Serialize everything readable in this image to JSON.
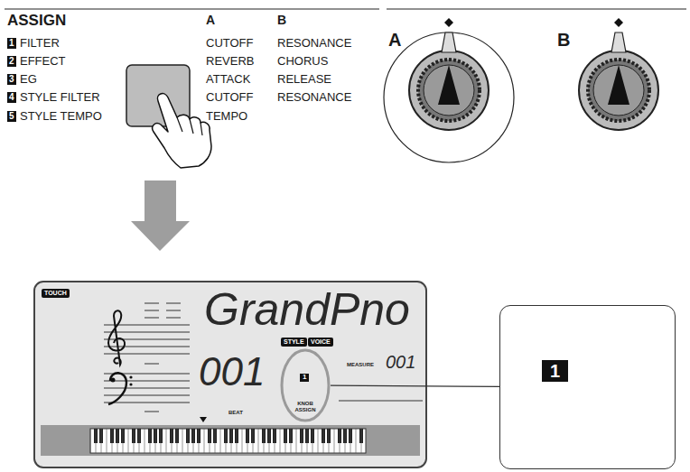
{
  "diagram": {
    "nodes": [
      {
        "text": [
          "GrandPno",
          "001",
          "MEASURE",
          "001",
          "BEAT"
        ]
      },
      {
        "text": [
          "TOUCH"
        ],
        "in": 0
      },
      {
        "text": [
          "STYLE"
        ],
        "in": 0
      },
      {
        "text": [
          "VOICE"
        ],
        "in": 0
      },
      {
        "text": [
          "1",
          "KNOB ASSIGN"
        ],
        "in": 0
      },
      {
        "text": [
          "1"
        ]
      }
    ],
    "edges": [
      {
        "from": 4,
        "to": 5,
        "arrow": "none"
      }
    ],
    "labels": [
      "ASSIGN",
      "A",
      "B",
      "1",
      "FILTER",
      "CUTOFF",
      "RESONANCE",
      "2",
      "EFFECT",
      "REVERB",
      "CHORUS",
      "3",
      "EG",
      "ATTACK",
      "RELEASE",
      "4",
      "STYLE FILTER",
      "CUTOFF",
      "RESONANCE",
      "5",
      "STYLE TEMPO",
      "TEMPO",
      "A",
      "B"
    ]
  }
}
